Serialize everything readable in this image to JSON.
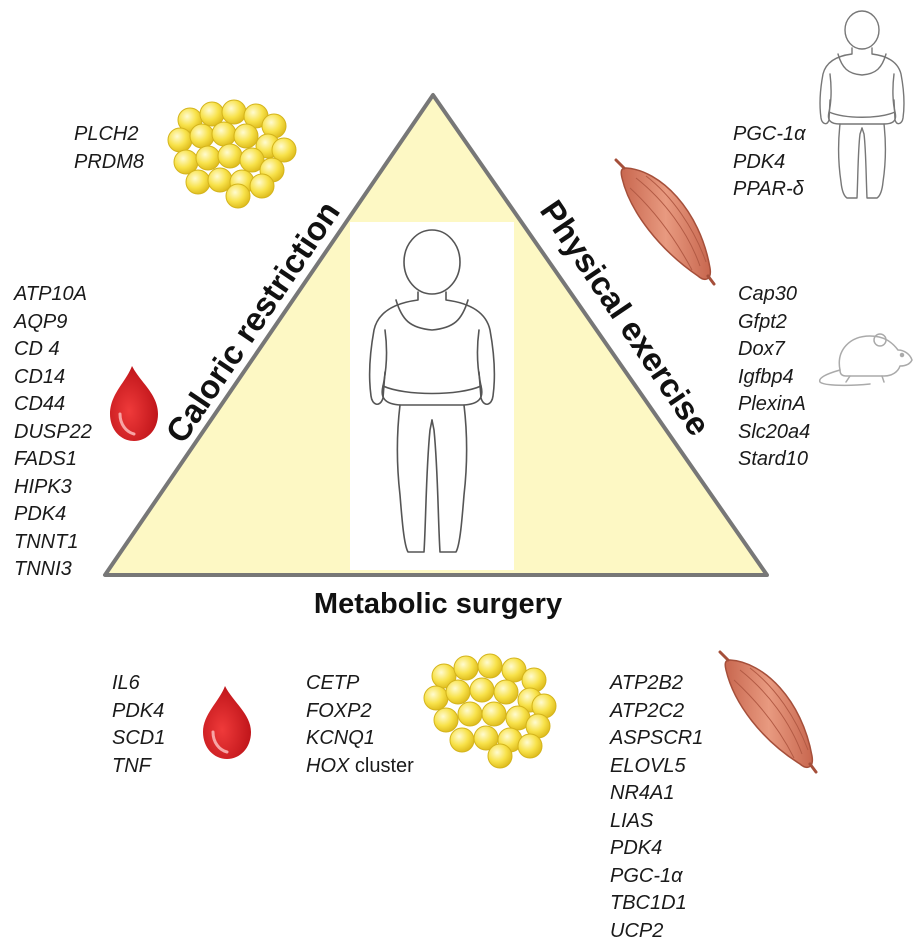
{
  "diagram": {
    "labels": {
      "caloric_restriction": "Caloric restriction",
      "physical_exercise": "Physical exercise",
      "metabolic_surgery": "Metabolic surgery"
    },
    "caloric_restriction": {
      "adipose_genes": [
        "PLCH2",
        "PRDM8"
      ],
      "blood_genes": [
        "ATP10A",
        "AQP9",
        "CD 4",
        "CD14",
        "CD44",
        "DUSP22",
        "FADS1",
        "HIPK3",
        "PDK4",
        "TNNT1",
        "TNNI3"
      ]
    },
    "physical_exercise": {
      "human_genes": [
        "PGC-1α",
        "PDK4",
        "PPAR-δ"
      ],
      "mouse_genes": [
        "Cap30",
        "Gfpt2",
        "Dox7",
        "Igfbp4",
        "PlexinA",
        "Slc20a4",
        "Stard10"
      ]
    },
    "metabolic_surgery": {
      "blood_genes": [
        "IL6",
        "PDK4",
        "SCD1",
        "TNF"
      ],
      "adipose_genes": [
        "CETP",
        "FOXP2",
        "KCNQ1",
        "HOX"
      ],
      "adipose_suffix": " cluster",
      "muscle_genes": [
        "ATP2B2",
        "ATP2C2",
        "ASPSCR1",
        "ELOVL5",
        "NR4A1",
        "LIAS",
        "PDK4",
        "PGC-1α",
        "TBC1D1",
        "UCP2"
      ]
    },
    "icons": [
      "adipose-icon",
      "muscle-icon",
      "blood-drop-icon",
      "mouse-icon",
      "human-body-icon"
    ],
    "colors": {
      "triangle_fill": "#fdf8c4",
      "triangle_stroke": "#777777",
      "fat_fill": "#f6d92a",
      "muscle_fill": "#d9826a",
      "blood_fill": "#cc1a1f"
    }
  }
}
